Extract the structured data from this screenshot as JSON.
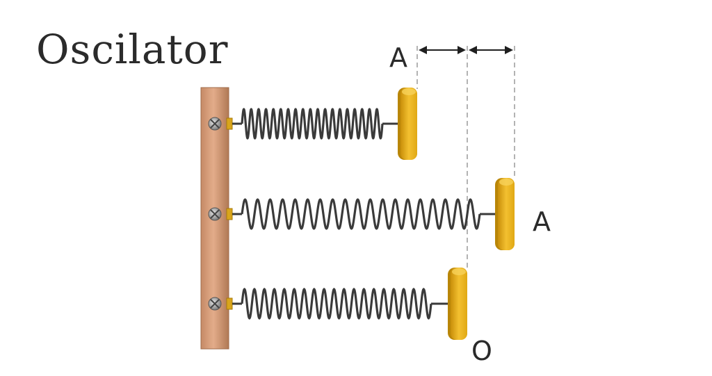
{
  "title": "Oscilator",
  "labels": {
    "amplitude_top": "A",
    "amplitude_right": "A",
    "origin": "O"
  },
  "colors": {
    "board": "#d9a07e",
    "board_shade": "#b27a58",
    "spring": "#3a3a3a",
    "mass": "#e9b319",
    "mass_shade": "#b98608",
    "screw": "#8d8d8d",
    "dashed_line": "#9a9a9a"
  },
  "icons": {
    "screw": "screw-icon",
    "mass": "mass-disk-icon"
  }
}
